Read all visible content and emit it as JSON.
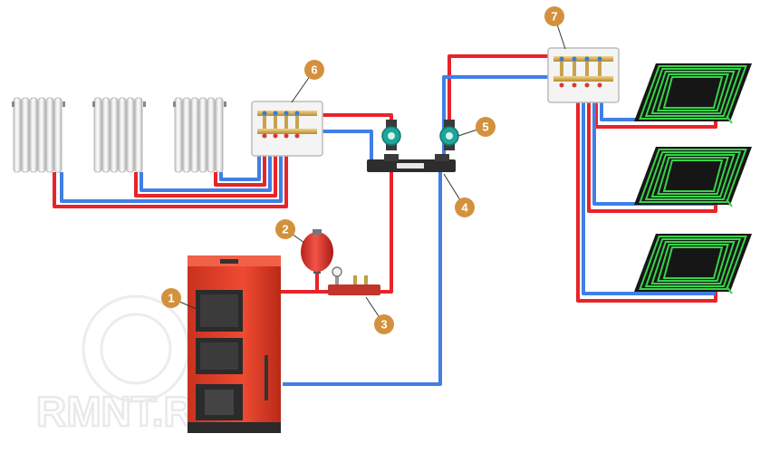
{
  "colors": {
    "supply": "#e8232a",
    "return": "#3f7fe6",
    "badge": "#d4913d",
    "boiler": "#e4402c",
    "loop": "#38d34a",
    "pump": "#1ea59b"
  },
  "watermark": {
    "text": "RMNT.RU"
  },
  "markers": [
    {
      "id": "boiler",
      "number": "1"
    },
    {
      "id": "expansion-tank",
      "number": "2"
    },
    {
      "id": "safety-group",
      "number": "3"
    },
    {
      "id": "hydraulic-separator",
      "number": "4"
    },
    {
      "id": "circulation-pump",
      "number": "5"
    },
    {
      "id": "radiator-manifold",
      "number": "6"
    },
    {
      "id": "floor-manifold",
      "number": "7"
    }
  ],
  "radiators": [
    {
      "id": "radiator-1",
      "sections": 6
    },
    {
      "id": "radiator-2",
      "sections": 6
    },
    {
      "id": "radiator-3",
      "sections": 6
    }
  ],
  "floor_loops": [
    {
      "id": "floor-loop-1"
    },
    {
      "id": "floor-loop-2"
    },
    {
      "id": "floor-loop-3"
    }
  ]
}
